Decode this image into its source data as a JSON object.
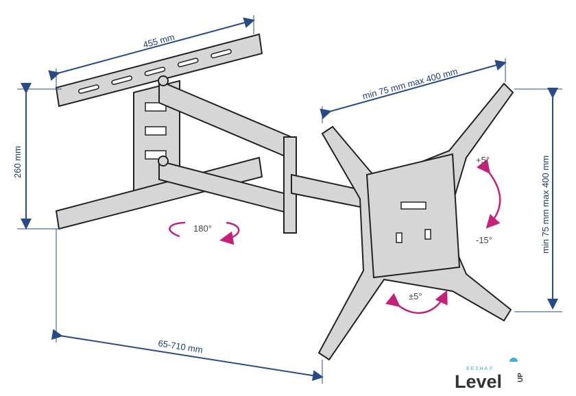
{
  "dimensions": {
    "plate_width": "455 mm",
    "plate_height": "260 mm",
    "extension": "65-710 mm",
    "vesa_horizontal": "min 75 mm max 400 mm",
    "vesa_vertical": "min 75 mm max 400 mm"
  },
  "angles": {
    "swivel": "180°",
    "tilt_up": "+5°",
    "tilt_down": "-15°",
    "rotation": "±5°"
  },
  "logo": {
    "top": "БЕЗНАЛ",
    "main": "Level",
    "side": "UP"
  },
  "colors": {
    "dimension": "#2a4a86",
    "angle": "#c2227a",
    "logo_accent": "#3bb3d6",
    "logo_text": "#333333"
  }
}
